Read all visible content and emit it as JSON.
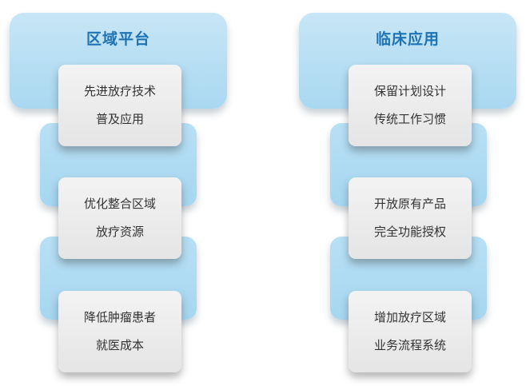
{
  "columns": [
    {
      "title": "区域平台",
      "cards": [
        {
          "lines": [
            "先进放疗技术",
            "普及应用"
          ]
        },
        {
          "lines": [
            "优化整合区域",
            "放疗资源"
          ]
        },
        {
          "lines": [
            "降低肿瘤患者",
            "就医成本"
          ]
        }
      ]
    },
    {
      "title": "临床应用",
      "cards": [
        {
          "lines": [
            "保留计划设计",
            "传统工作习惯"
          ]
        },
        {
          "lines": [
            "开放原有产品",
            "完全功能授权"
          ]
        },
        {
          "lines": [
            "增加放疗区域",
            "业务流程系统"
          ]
        }
      ]
    }
  ]
}
